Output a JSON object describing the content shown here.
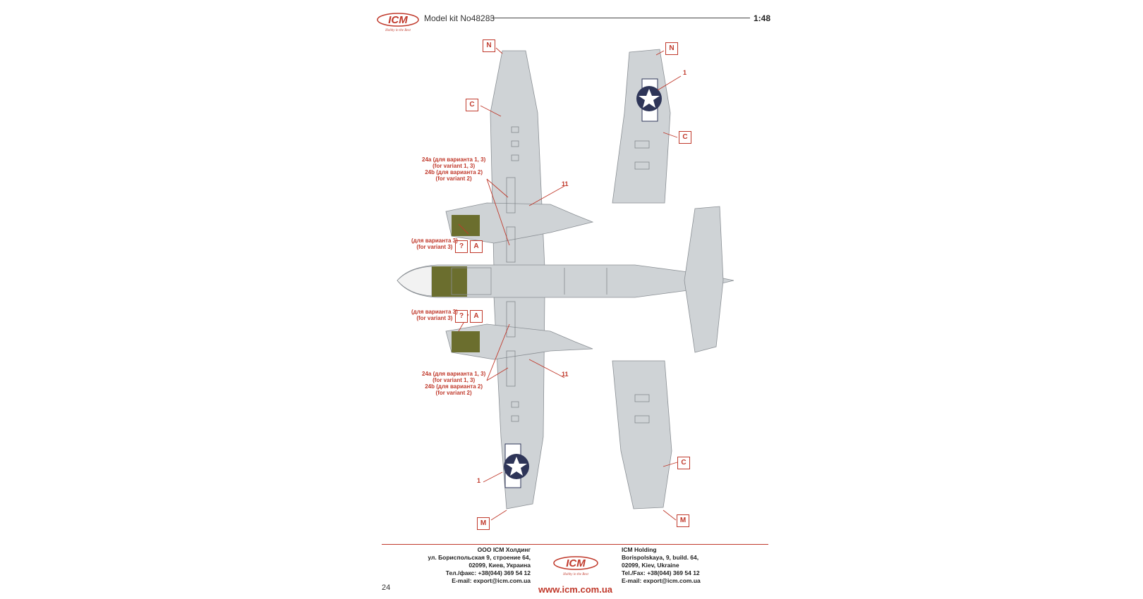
{
  "header": {
    "brand": "ICM",
    "tagline": "Hobby in the Best",
    "model_kit": "Model kit No48283",
    "scale": "1:48"
  },
  "markers": {
    "n": "N",
    "c": "C",
    "a": "A",
    "m": "M",
    "q": "?"
  },
  "annotations": {
    "num_1": "1",
    "num_11": "11",
    "decal_24": {
      "line1": "24a (для варианта 1, 3)",
      "line2": "(for variant 1, 3)",
      "line3": "24b (для варианта 2)",
      "line4": "(for variant 2)"
    },
    "variant3": {
      "line1": "(для варианта 3)",
      "line2": "(for variant 3)"
    }
  },
  "footer": {
    "ru": {
      "l1": "ООО ICM Холдинг",
      "l2": "ул. Бориспольская 9, строение 64,",
      "l3": "02099, Киев, Украина",
      "l4": "Тел./факс: +38(044) 369 54 12",
      "l5": "E-mail: export@icm.com.ua"
    },
    "en": {
      "l1": "ICM Holding",
      "l2": "Borispolskaya, 9, build. 64,",
      "l3": "02099, Kiev, Ukraine",
      "l4": "Tel./Fax: +38(044) 369 54 12",
      "l5": "E-mail: export@icm.com.ua"
    },
    "website": "www.icm.com.ua",
    "page_number": "24"
  },
  "colors": {
    "accent": "#c0392b",
    "aircraft_grey": "#cfd3d6",
    "olive": "#6b6e2e",
    "insignia_blue": "#2e3558"
  }
}
